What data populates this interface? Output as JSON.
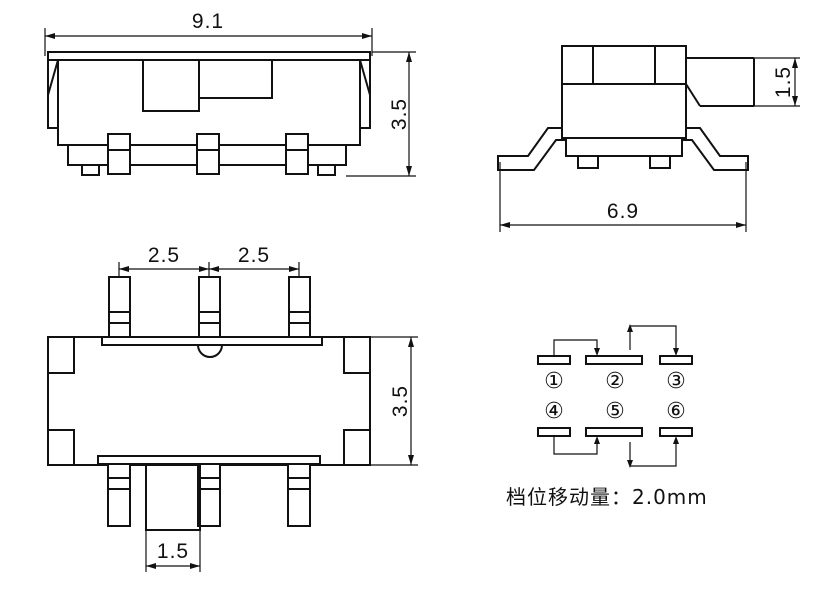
{
  "dims": {
    "top_width": "9.1",
    "top_height": "3.5",
    "side_width": "6.9",
    "side_lead": "1.5",
    "pitch_left": "2.5",
    "pitch_right": "2.5",
    "bottom_height": "3.5",
    "slider_width": "1.5"
  },
  "terminals": [
    "①",
    "②",
    "③",
    "④",
    "⑤",
    "⑥"
  ],
  "caption": "档位移动量：2.0mm"
}
